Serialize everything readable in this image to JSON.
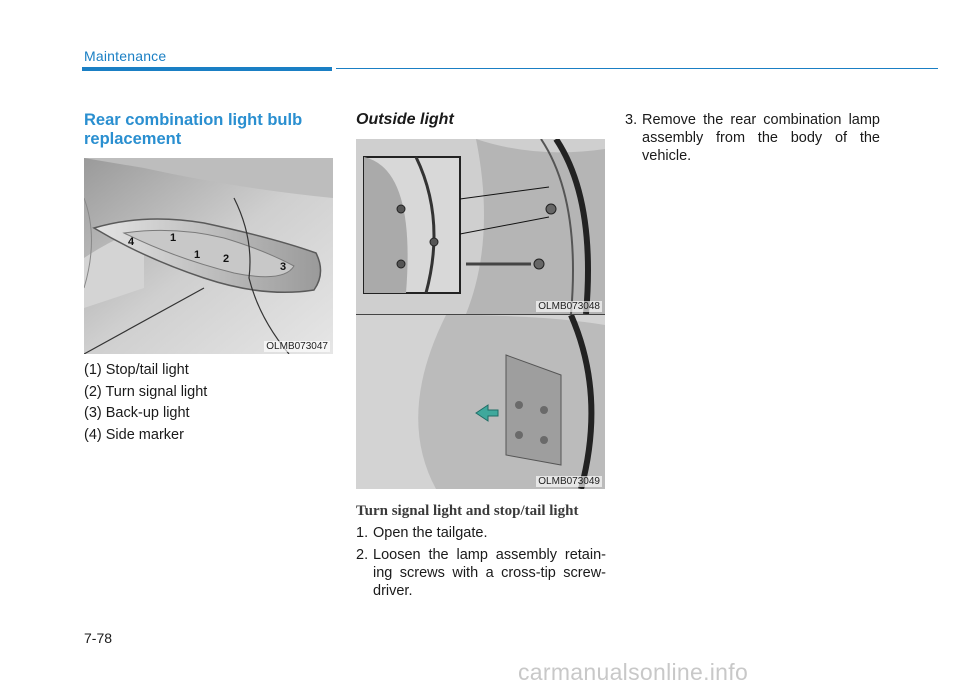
{
  "header": {
    "section": "Maintenance"
  },
  "left": {
    "heading": "Rear combination light bulb replacement",
    "figure": {
      "code": "OLMB073047",
      "callouts": [
        "4",
        "1",
        "1",
        "2",
        "3"
      ]
    },
    "legend": [
      "(1) Stop/tail light",
      "(2) Turn signal light",
      "(3) Back-up light",
      "(4) Side marker"
    ]
  },
  "middle": {
    "heading": "Outside light",
    "figure_top": {
      "code": "OLMB073048"
    },
    "figure_bottom": {
      "code": "OLMB073049"
    },
    "subheading": "Turn signal light and stop/tail light",
    "steps": [
      {
        "num": "1.",
        "text": "Open the tailgate."
      },
      {
        "num": "2.",
        "text": "Loosen the lamp assembly retain-ing screws with a cross-tip screw-driver."
      }
    ]
  },
  "right": {
    "steps": [
      {
        "num": "3.",
        "text": "Remove the rear combination lamp assembly from the body of the vehicle."
      }
    ]
  },
  "footer": {
    "page_number": "7-78",
    "watermark": "carmanualsonline.info"
  }
}
